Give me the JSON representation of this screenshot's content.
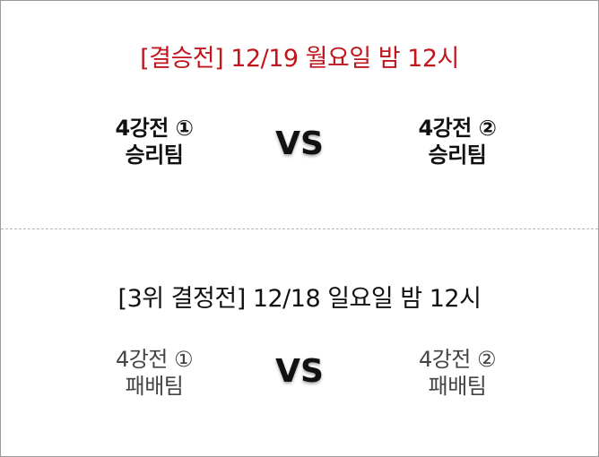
{
  "final_match": {
    "title": "[결승전] 12/19 월요일 밤 12시",
    "left_team": {
      "line1": "4강전 ①",
      "line2": "승리팀"
    },
    "vs": "VS",
    "right_team": {
      "line1": "4강전 ②",
      "line2": "승리팀"
    }
  },
  "third_place_match": {
    "title": "[3위 결정전] 12/18 일요일 밤 12시",
    "left_team": {
      "line1": "4강전 ①",
      "line2": "패배팀"
    },
    "vs": "VS",
    "right_team": {
      "line1": "4강전 ②",
      "line2": "패배팀"
    }
  },
  "colors": {
    "final_title": "#c0161d",
    "third_title": "#111111",
    "border": "#9a9a9a",
    "divider": "#b5b5b5"
  }
}
